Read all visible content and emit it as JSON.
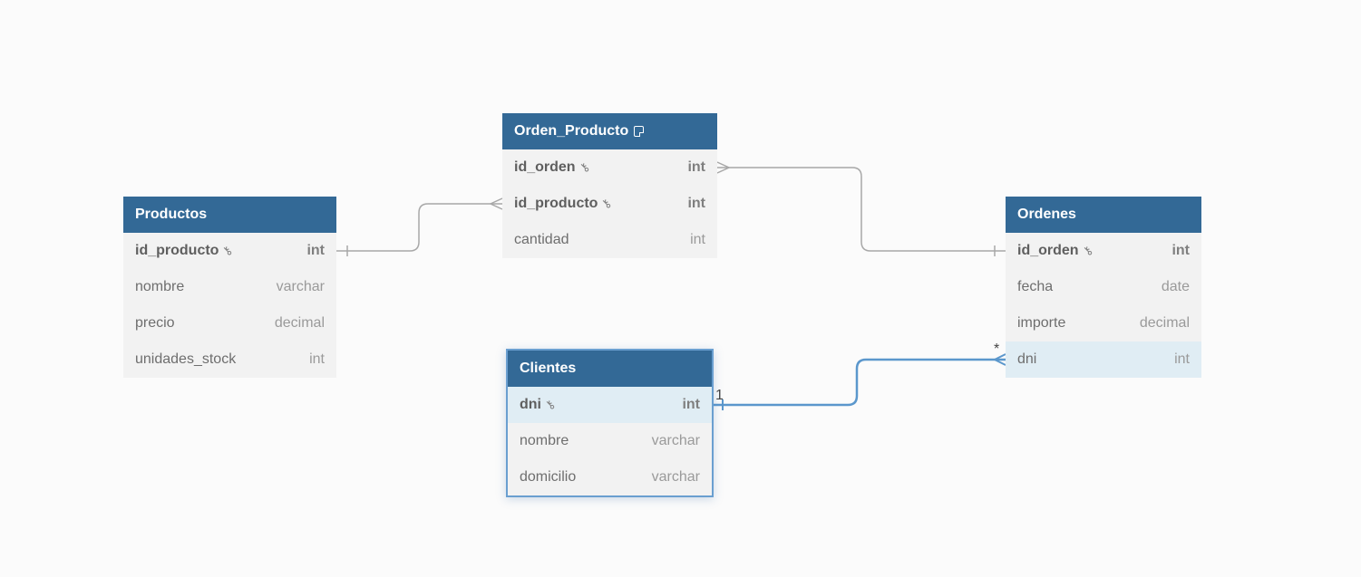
{
  "tables": {
    "orden_producto": {
      "name": "Orden_Producto",
      "columns": [
        {
          "name": "id_orden",
          "type": "int",
          "pk": true
        },
        {
          "name": "id_producto",
          "type": "int",
          "pk": true
        },
        {
          "name": "cantidad",
          "type": "int",
          "pk": false
        }
      ]
    },
    "productos": {
      "name": "Productos",
      "columns": [
        {
          "name": "id_producto",
          "type": "int",
          "pk": true
        },
        {
          "name": "nombre",
          "type": "varchar",
          "pk": false
        },
        {
          "name": "precio",
          "type": "decimal",
          "pk": false
        },
        {
          "name": "unidades_stock",
          "type": "int",
          "pk": false
        }
      ]
    },
    "ordenes": {
      "name": "Ordenes",
      "columns": [
        {
          "name": "id_orden",
          "type": "int",
          "pk": true
        },
        {
          "name": "fecha",
          "type": "date",
          "pk": false
        },
        {
          "name": "importe",
          "type": "decimal",
          "pk": false
        },
        {
          "name": "dni",
          "type": "int",
          "pk": false
        }
      ]
    },
    "clientes": {
      "name": "Clientes",
      "columns": [
        {
          "name": "dni",
          "type": "int",
          "pk": true
        },
        {
          "name": "nombre",
          "type": "varchar",
          "pk": false
        },
        {
          "name": "domicilio",
          "type": "varchar",
          "pk": false
        }
      ]
    }
  },
  "relationships": {
    "clientes_ordenes": {
      "from_cardinality": "1",
      "to_cardinality": "*"
    }
  },
  "colors": {
    "header": "#336996",
    "selected_link": "#5b97cc",
    "link": "#a8a8a8",
    "highlight_row": "#e0edf4"
  }
}
